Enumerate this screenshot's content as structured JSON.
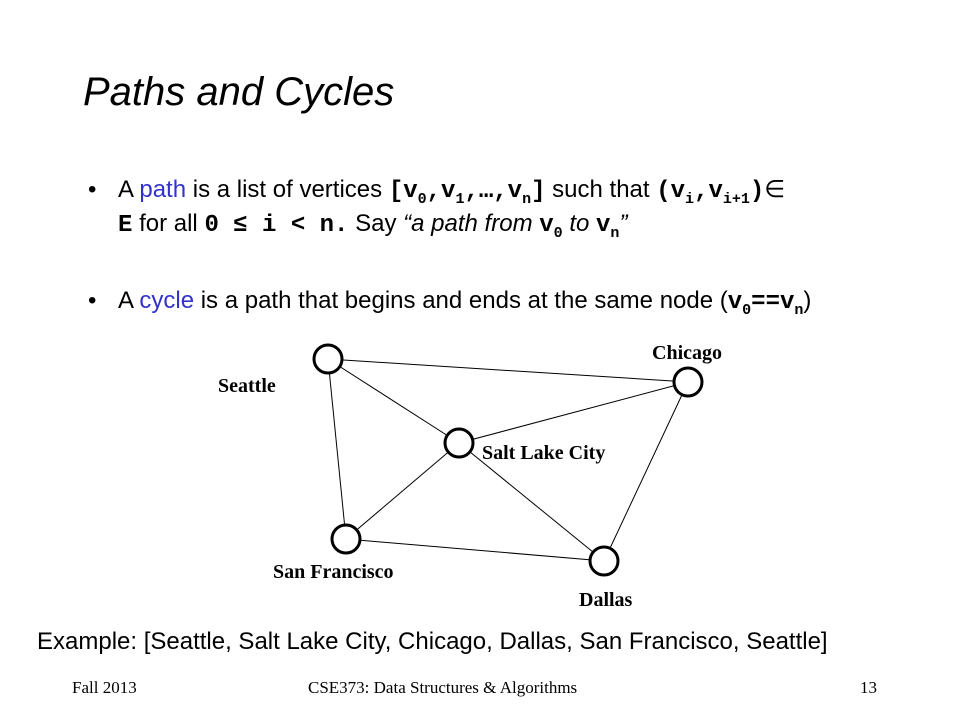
{
  "slide": {
    "title": "Paths and Cycles",
    "bullet_marker": "•",
    "bullet1": {
      "p1": "A ",
      "term": "path",
      "p2": " is a list of vertices ",
      "list_open": "[v",
      "sub0": "0",
      "comma1": ",v",
      "sub1": "1",
      "comma2": ",…,v",
      "subn": "n",
      "list_close": "]",
      "p3": " such that ",
      "pair_open": "(v",
      "sub_i": "i",
      "pair_mid": ",v",
      "sub_i1": "i+1",
      "pair_close": ")",
      "elem": "∈",
      "line2_E": "E",
      "line2_p1": " for all ",
      "line2_cond": "0 ≤ i < n.",
      "line2_p2": "  Say ",
      "line2_q": "“a path from ",
      "line2_v0": "v",
      "line2_sub0": "0",
      "line2_to": " to ",
      "line2_vn": "v",
      "line2_subn": "n",
      "line2_qc": "”"
    },
    "bullet2": {
      "p1": "A ",
      "term": "cycle",
      "p2": " is a path that begins and ends at the same node (",
      "v0": "v",
      "sub0": "0",
      "eq": "==v",
      "subn": "n",
      "close": ")"
    },
    "graph": {
      "cities": {
        "seattle": "Seattle",
        "chicago": "Chicago",
        "salt_lake_city": "Salt Lake City",
        "san_francisco": "San Francisco",
        "dallas": "Dallas"
      }
    },
    "example": "Example: [Seattle, Salt Lake City, Chicago, Dallas, San Francisco, Seattle]",
    "footer": {
      "left": "Fall 2013",
      "center": "CSE373: Data Structures & Algorithms",
      "right": "13"
    }
  }
}
